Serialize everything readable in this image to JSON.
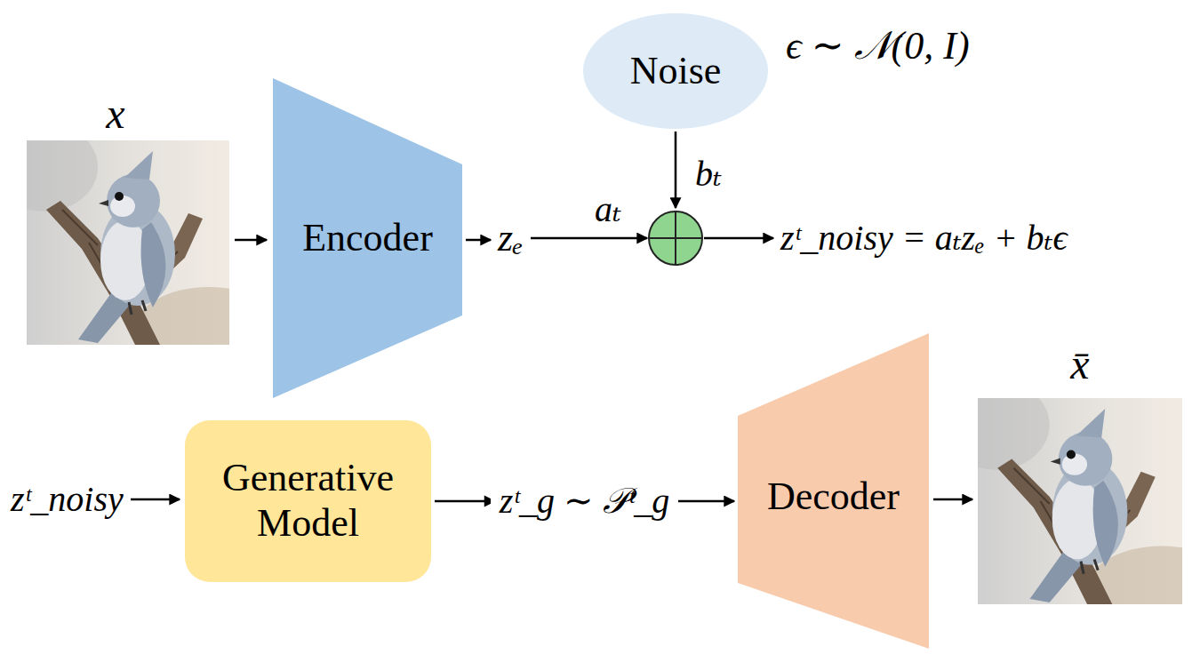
{
  "diagram": {
    "nodes": [
      {
        "text": [
          "Encoder"
        ]
      },
      {
        "text": [
          "Noise"
        ]
      },
      {
        "text": [
          "Generative Model"
        ]
      },
      {
        "text": [
          "Decoder"
        ]
      }
    ],
    "edges": [
      {
        "from": 2,
        "to": 3,
        "label": "zᵗ_g ∼ 𝒫ᵗ_g",
        "arrow": "to"
      }
    ],
    "labels": [
      "x",
      "zₑ",
      "aₜ",
      "bₜ",
      "ϵ ∼ 𝒩(0, I)",
      "zᵗ_noisy = aₜzₑ + bₜϵ",
      "zᵗ_noisy",
      "x̄"
    ]
  }
}
